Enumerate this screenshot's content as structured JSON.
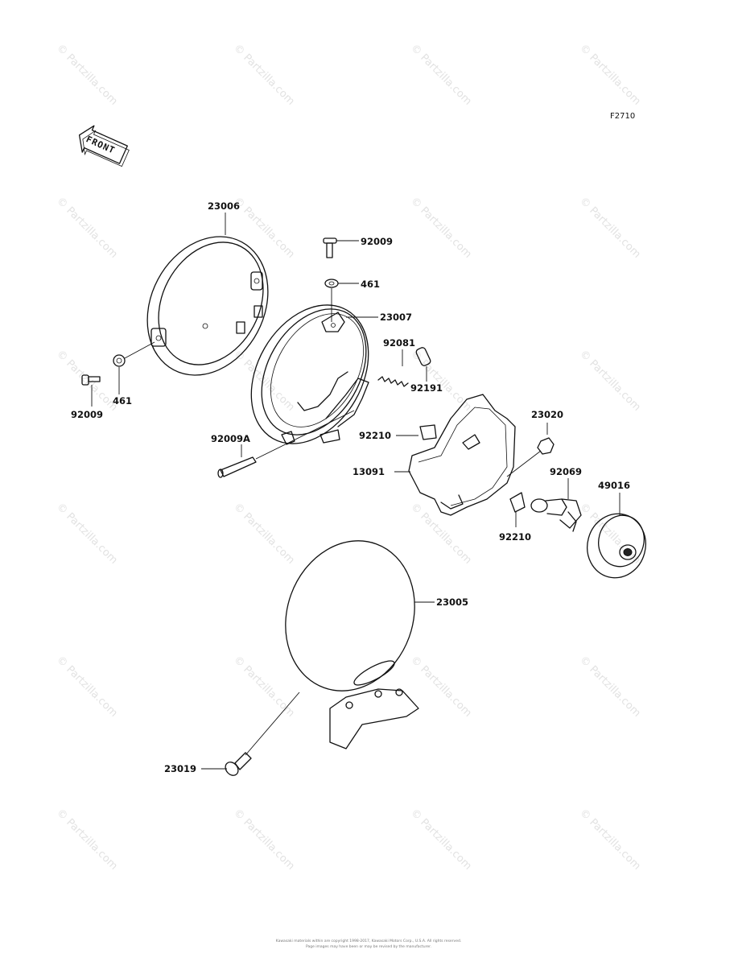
{
  "figure_code": "F2710",
  "front_label": "FRONT",
  "watermark_text": "© Partzilla.com",
  "parts": [
    {
      "number": "23006"
    },
    {
      "number": "92009"
    },
    {
      "number": "461"
    },
    {
      "number": "23007"
    },
    {
      "number": "92081"
    },
    {
      "number": "92191"
    },
    {
      "number": "461"
    },
    {
      "number": "92009"
    },
    {
      "number": "92009A"
    },
    {
      "number": "92210"
    },
    {
      "number": "23020"
    },
    {
      "number": "13091"
    },
    {
      "number": "92069"
    },
    {
      "number": "49016"
    },
    {
      "number": "92210"
    },
    {
      "number": "23005"
    },
    {
      "number": "23019"
    }
  ],
  "footer": {
    "line1": "Kawasaki materials within are copyright 1998-2017, Kawasaki Motors Corp., U.S.A. All rights reserved.",
    "line2": "Page images may have been or may be revised by the manufacturer."
  }
}
